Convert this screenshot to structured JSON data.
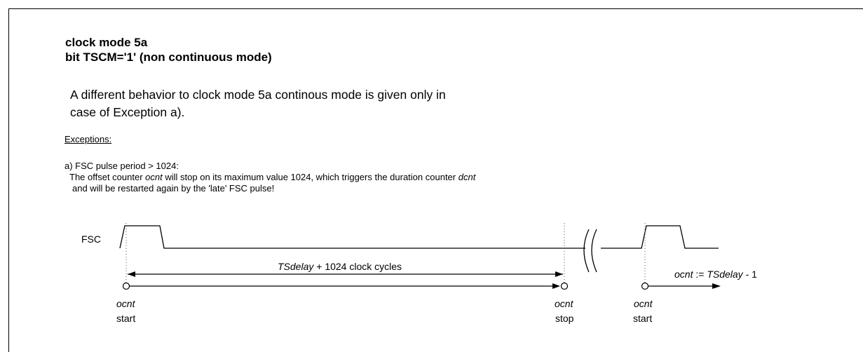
{
  "heading": {
    "line1": "clock mode 5a",
    "line2": "bit TSCM='1' (non continuous mode)"
  },
  "description": {
    "line1": "A different behavior to clock mode 5a continous mode is given only in",
    "line2": "case of Exception a)."
  },
  "exceptions": {
    "title": "Exceptions:",
    "item_a": "a) FSC pulse period > 1024:",
    "line1": {
      "pre": "The offset counter ",
      "var": "ocnt",
      "post": " will stop on its maximum value 1024, which triggers the duration counter ",
      "var2": "dcnt"
    },
    "line2": "and will be restarted again by the 'late' FSC pulse!"
  },
  "diagram": {
    "signal_label": "FSC",
    "span": {
      "var": "TSdelay",
      "text": " + 1024 clock cycles"
    },
    "assign": {
      "var": "ocnt",
      "op": " := ",
      "var2": "TSdelay",
      "suffix": " - 1"
    },
    "markers": [
      {
        "name": "ocnt",
        "state": "start"
      },
      {
        "name": "ocnt",
        "state": "stop"
      },
      {
        "name": "ocnt",
        "state": "start"
      }
    ]
  }
}
